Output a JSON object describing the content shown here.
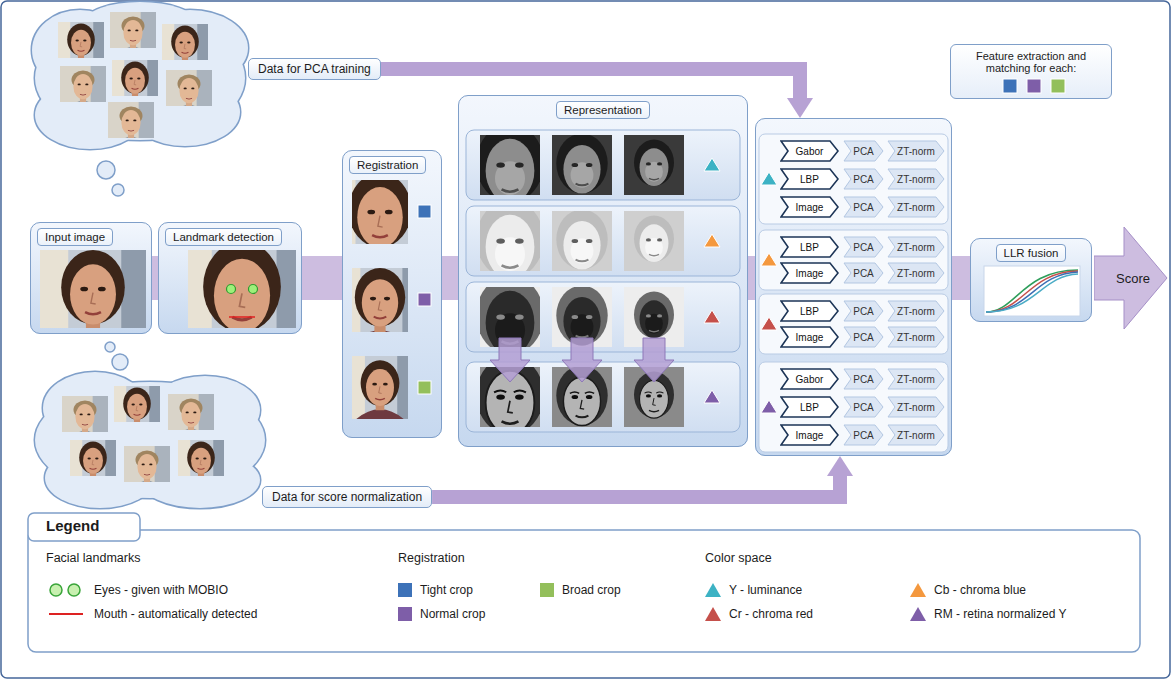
{
  "diagram": {
    "nodes": [
      {
        "text": [
          "Data for PCA training"
        ]
      },
      {
        "text": [
          "Input image"
        ]
      },
      {
        "text": [
          "Landmark detection"
        ]
      },
      {
        "text": [
          "Registration"
        ]
      },
      {
        "text": [
          "Representation"
        ]
      },
      {
        "text": [
          "Feature extraction and matching for each:"
        ]
      },
      {
        "text": [
          "Gabor"
        ],
        "in": 5
      },
      {
        "text": [
          "PCA"
        ],
        "in": 5
      },
      {
        "text": [
          "ZT-norm"
        ],
        "in": 5
      },
      {
        "text": [
          "LBP"
        ],
        "in": 5
      },
      {
        "text": [
          "PCA"
        ],
        "in": 5
      },
      {
        "text": [
          "ZT-norm"
        ],
        "in": 5
      },
      {
        "text": [
          "Image"
        ],
        "in": 5
      },
      {
        "text": [
          "PCA"
        ],
        "in": 5
      },
      {
        "text": [
          "ZT-norm"
        ],
        "in": 5
      },
      {
        "text": [
          "LBP"
        ],
        "in": 5
      },
      {
        "text": [
          "PCA"
        ],
        "in": 5
      },
      {
        "text": [
          "ZT-norm"
        ],
        "in": 5
      },
      {
        "text": [
          "Image"
        ],
        "in": 5
      },
      {
        "text": [
          "PCA"
        ],
        "in": 5
      },
      {
        "text": [
          "ZT-norm"
        ],
        "in": 5
      },
      {
        "text": [
          "LBP"
        ],
        "in": 5
      },
      {
        "text": [
          "PCA"
        ],
        "in": 5
      },
      {
        "text": [
          "ZT-norm"
        ],
        "in": 5
      },
      {
        "text": [
          "Image"
        ],
        "in": 5
      },
      {
        "text": [
          "PCA"
        ],
        "in": 5
      },
      {
        "text": [
          "ZT-norm"
        ],
        "in": 5
      },
      {
        "text": [
          "Gabor"
        ],
        "in": 5
      },
      {
        "text": [
          "PCA"
        ],
        "in": 5
      },
      {
        "text": [
          "ZT-norm"
        ],
        "in": 5
      },
      {
        "text": [
          "LBP"
        ],
        "in": 5
      },
      {
        "text": [
          "PCA"
        ],
        "in": 5
      },
      {
        "text": [
          "ZT-norm"
        ],
        "in": 5
      },
      {
        "text": [
          "Image"
        ],
        "in": 5
      },
      {
        "text": [
          "PCA"
        ],
        "in": 5
      },
      {
        "text": [
          "ZT-norm"
        ],
        "in": 5
      },
      {
        "text": [
          "LLR fusion"
        ]
      },
      {
        "text": [
          "Score"
        ]
      },
      {
        "text": [
          "Data for score normalization"
        ]
      }
    ],
    "edges": [
      {
        "from": 0,
        "to": 5,
        "arrow": "to"
      },
      {
        "from": 1,
        "to": 2,
        "arrow": "none"
      },
      {
        "from": 2,
        "to": 3,
        "arrow": "none"
      },
      {
        "from": 3,
        "to": 4,
        "arrow": "none"
      },
      {
        "from": 4,
        "to": 5,
        "arrow": "none"
      },
      {
        "from": 5,
        "to": 36,
        "arrow": "none"
      },
      {
        "from": 38,
        "to": 5,
        "arrow": "to"
      }
    ],
    "labels": [
      "Legend",
      "Facial landmarks",
      "Registration",
      "Color space"
    ],
    "legend": [
      {
        "text": "Eyes - given with MOBIO"
      },
      {
        "text": "Mouth - automatically detected"
      },
      {
        "text": "Tight crop",
        "color": "#3d72b8"
      },
      {
        "text": "Broad crop",
        "color": "#93bf5b"
      },
      {
        "text": "Normal crop",
        "color": "#7e5ea8"
      },
      {
        "text": "Y - luminance",
        "color": "#3cb2c4"
      },
      {
        "text": "Cb - chroma blue",
        "color": "#f4983e"
      },
      {
        "text": "Cr - chroma red",
        "color": "#c5504b"
      },
      {
        "text": "RM - retina normalized Y",
        "color": "#7e5ea8"
      }
    ]
  }
}
